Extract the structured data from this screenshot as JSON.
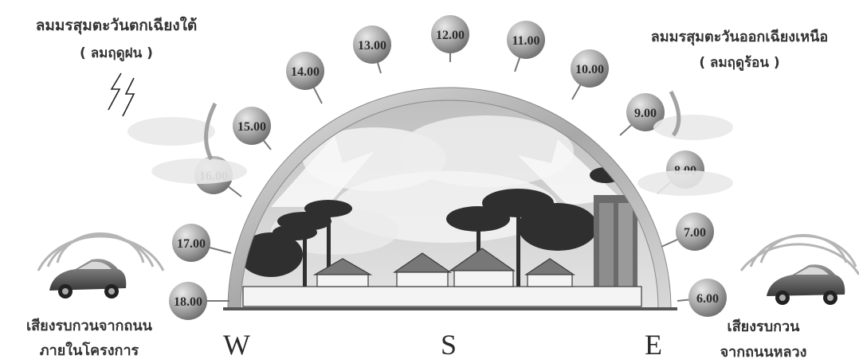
{
  "wind": {
    "southwest_line1": "ลมมรสุมตะวันตกเฉียงใต้",
    "southwest_line2": "( ลมฤดูฝน )",
    "northeast_line1": "ลมมรสุมตะวันออกเฉียงเหนือ",
    "northeast_line2": "( ลมฤดูร้อน )"
  },
  "noise": {
    "left_line1": "เสียงรบกวนจากถนน",
    "left_line2": "ภายในโครงการ",
    "right_line1": "เสียงรบกวน",
    "right_line2": "จากถนนหลวง"
  },
  "compass": {
    "west": "W",
    "south": "S",
    "east": "E"
  },
  "hours": [
    "18.00",
    "17.00",
    "16.00",
    "15.00",
    "14.00",
    "13.00",
    "12.00",
    "11.00",
    "10.00",
    "9.00",
    "8.00",
    "7.00",
    "6.00"
  ],
  "colors": {
    "badge": "#9a9a9a",
    "arch": "#b9b9b9",
    "sky": "#d4d4d4",
    "ground": "#555555"
  },
  "icons": [
    "lightning-icon",
    "car-icon"
  ]
}
